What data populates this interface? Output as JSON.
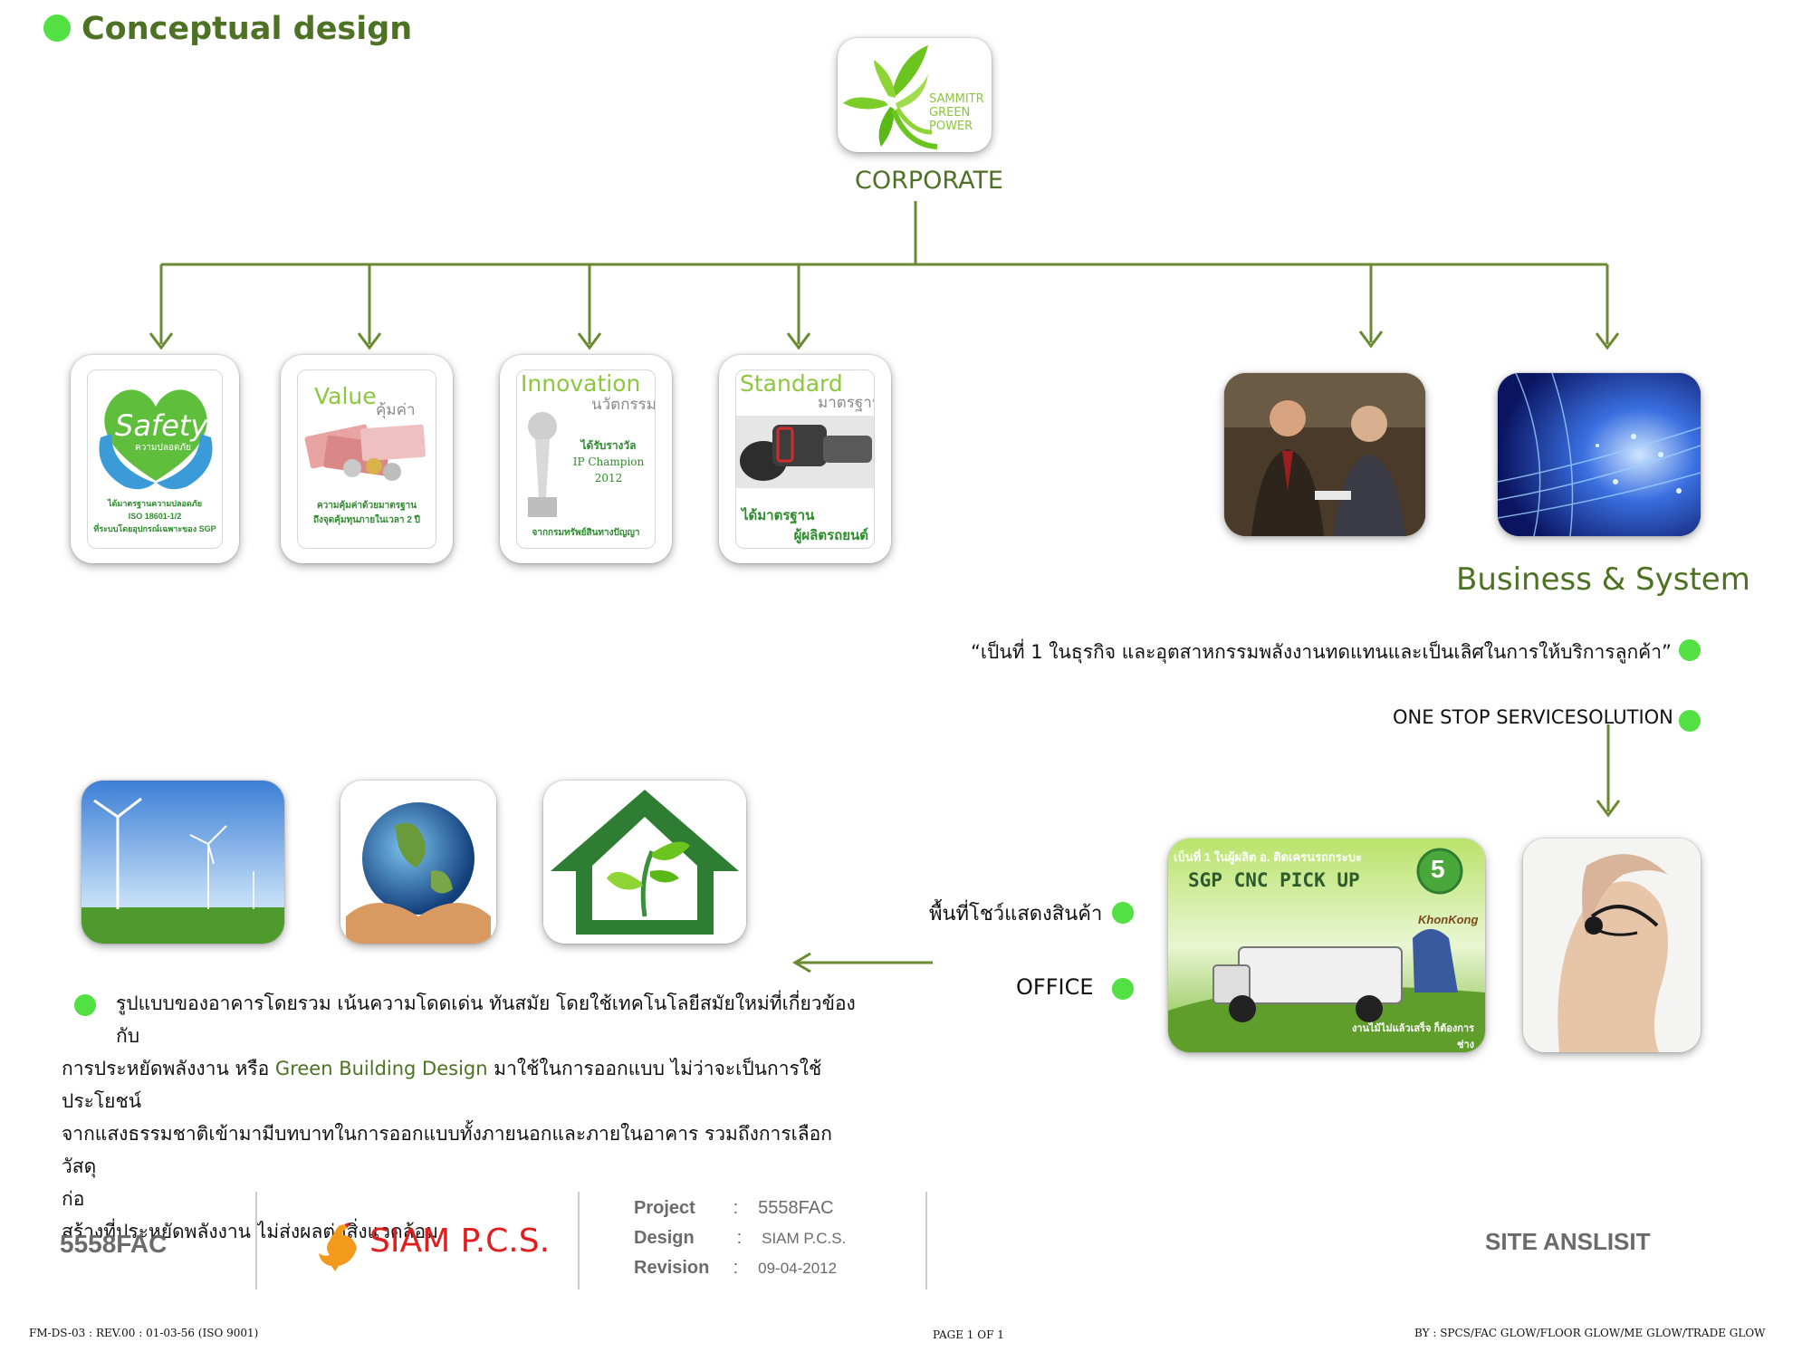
{
  "header": {
    "title": "Conceptual design"
  },
  "corporate": {
    "logo_lines": [
      "SAMMITR",
      "GREEN",
      "POWER"
    ],
    "label": "CORPORATE"
  },
  "values": [
    {
      "title": "Safety",
      "subtitle": "ความปลอดภัย",
      "note": [
        "ได้มาตรฐานความปลอดภัย",
        "ISO 18601-1/2",
        "ที่ระบบโดยอุปกรณ์เฉพาะของ SGP"
      ]
    },
    {
      "title": "Value",
      "subtitle": "คุ้มค่า",
      "note": [
        "ความคุ้มค่าด้วยมาตรฐาน",
        "ถึงจุดคุ้มทุนภายในเวลา 2 ปี"
      ]
    },
    {
      "title": "Innovation",
      "subtitle": "นวัตกรรม",
      "note": [
        "ได้รับรางวัล",
        "IP Champion 2012",
        "จากกรมทรัพย์สินทางปัญญา"
      ]
    },
    {
      "title": "Standard",
      "subtitle": "มาตรฐาน",
      "note": [
        "ได้มาตรฐาน",
        "ผู้ผลิตรถยนต์"
      ]
    }
  ],
  "business": {
    "label": "Business & System",
    "statement": "“เป็นที่ 1 ในธุรกิจ และอุตสาหกรรมพลังงานทดแทนและเป็นเลิศในการให้บริการลูกค้า”",
    "service": "ONE STOP SERVICESOLUTION"
  },
  "promo": {
    "headline": "เบ็นที่ 1 ในผู้ผลิต อ. ติดเครนรถกระบะ",
    "product": "SGP CNC PICK UP",
    "badge": "5",
    "brand": "KhonKong",
    "footer": "งานไม้ไม่แล้วเสร็จ ก็ต้องการช่าง"
  },
  "showroom": {
    "label": "พื้นที่โชว์แสดงสินค้า"
  },
  "office": {
    "label": "OFFICE"
  },
  "paragraph": {
    "line1": "รูปแบบของอาคารโดยรวม เน้นความโดดเด่น ทันสมัย โดยใช้เทคโนโลยีสมัยใหม่ที่เกี่ยวข้องกับ",
    "line2_a": "การประหยัดพลังงาน หรือ ",
    "line2_green": "Green Building Design",
    "line2_b": " มาใช้ในการออกแบบ  ไม่ว่าจะเป็นการใช้",
    "line3": "ประโยชน์",
    "line4": "จากแสงธรรมชาติเข้ามามีบทบาทในการออกแบบทั้งภายนอกและภายในอาคาร รวมถึงการเลือกวัสดุ",
    "line5": "ก่อ",
    "line6": "สร้างที่ประหยัดพลังงาน ไม่ส่งผลต่อสิ่งแวดล้อม"
  },
  "footer": {
    "code": "5558FAC",
    "company": "SIAM P.C.S.",
    "project_label": "Project",
    "project_value": "5558FAC",
    "design_label": "Design",
    "design_value": "SIAM P.C.S.",
    "revision_label": "Revision",
    "revision_value": "09-04-2012",
    "colon": ":",
    "site": "SITE ANSLISIT"
  },
  "bottom": {
    "left": "FM-DS-03 : REV.00 : 01-03-56 (ISO 9001)",
    "page": "PAGE  1  OF  1",
    "right": "BY : SPCS/FAC GLOW/FLOOR GLOW/ME GLOW/TRADE GLOW"
  },
  "colors": {
    "accent_green": "#52e042",
    "dark_green": "#4e7223",
    "arrow_green": "#6a8a32",
    "siam_red": "#e02020",
    "siam_orange": "#f39a1d"
  }
}
